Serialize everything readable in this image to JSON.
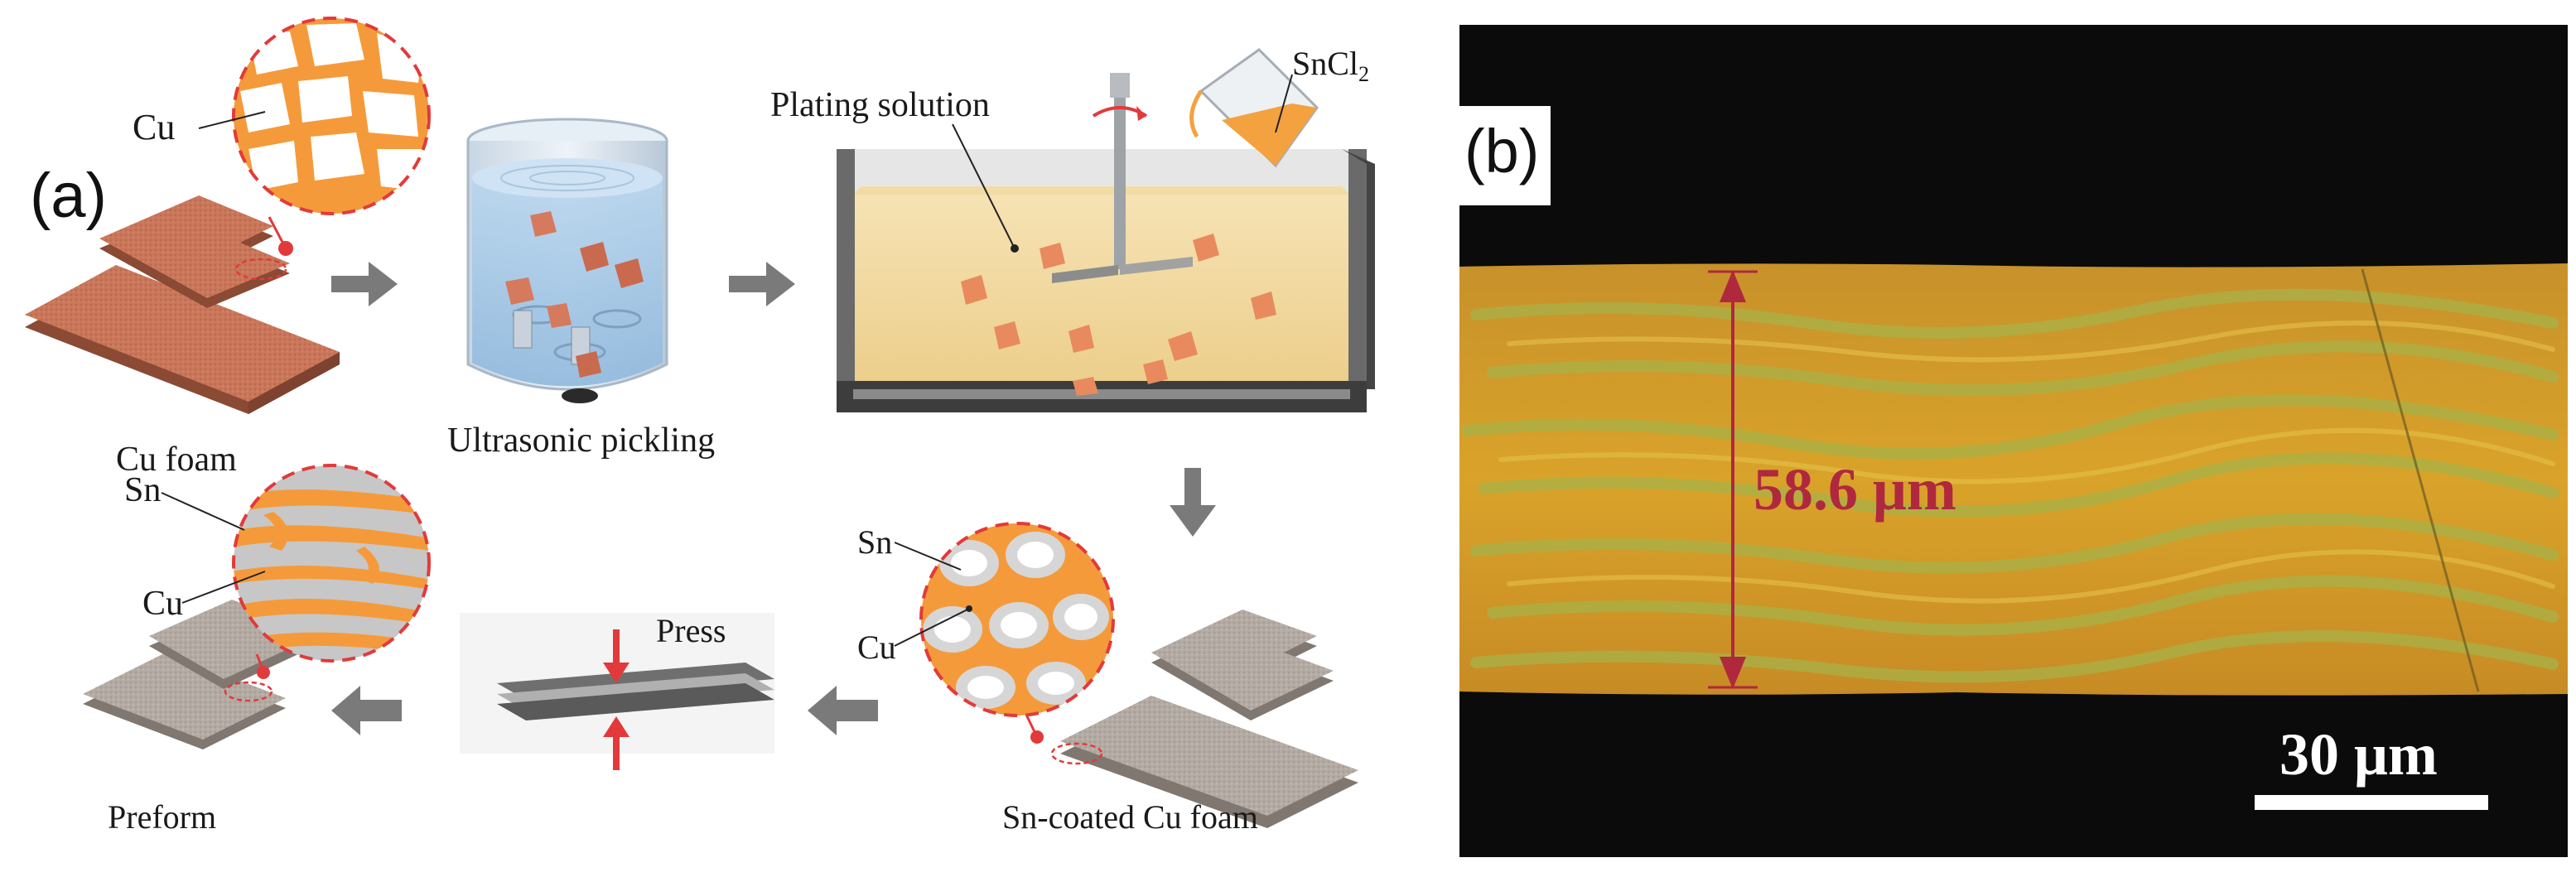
{
  "panel_a": {
    "letter": "(a)",
    "cu_foam": "Cu foam",
    "ultrasonic": "Ultrasonic pickling",
    "plating": "Plating solution",
    "sncl_main": "SnCl",
    "sncl_sub": "2",
    "sn_coated": "Sn-coated Cu foam",
    "press": "Press",
    "preform": "Preform",
    "cu_inset1": "Cu",
    "sn_inset2": "Sn",
    "cu_inset2": "Cu",
    "sn_inset3": "Sn",
    "cu_inset3": "Cu"
  },
  "panel_b": {
    "letter": "(b)",
    "thickness": "58.6 μm",
    "scale": "30 μm"
  },
  "colors": {
    "copper": "#c9765a",
    "orange": "#f59a3a",
    "solution": "#f3d9a2",
    "tin_grey": "#b9b6b2",
    "dashed_red": "#e23a3a",
    "micro_yellow": "#d9a32a",
    "micro_green": "#a8b248",
    "dimension_red": "#b0283e"
  }
}
